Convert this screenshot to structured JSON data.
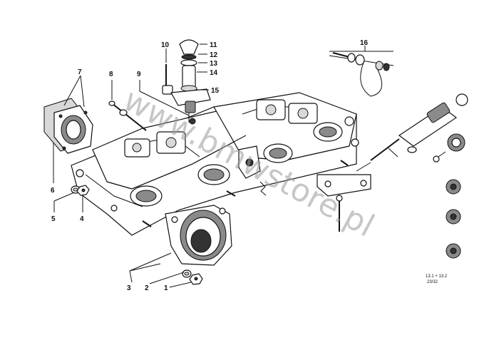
{
  "callouts": {
    "c1": "1",
    "c2": "2",
    "c3": "3",
    "c4": "4",
    "c5": "5",
    "c6": "6",
    "c7": "7",
    "c8": "8",
    "c9": "9",
    "c10": "10",
    "c11": "11",
    "c12": "12",
    "c13": "13",
    "c14": "14",
    "c15": "15",
    "c16": "16"
  },
  "reference": {
    "line1": "13.1 + 13.2",
    "line2": "23/32"
  },
  "watermark": "www.bmwstore.pl"
}
